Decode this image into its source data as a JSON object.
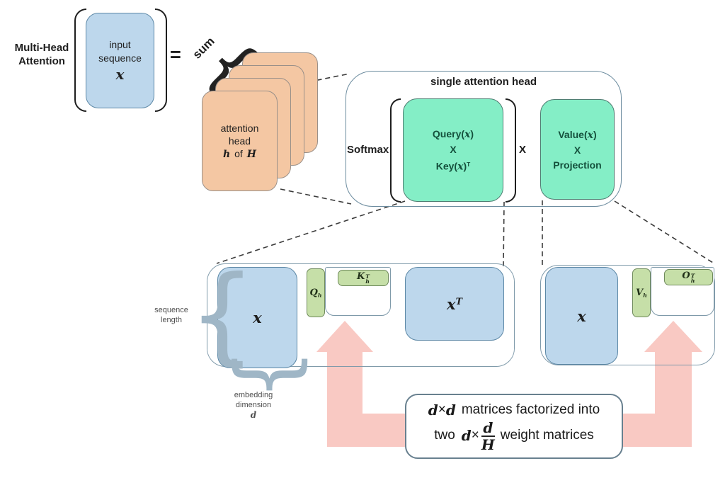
{
  "colors": {
    "blue_fill": "#bdd7ec",
    "blue_border": "#5d88a6",
    "orange_fill": "#f4c7a3",
    "orange_border": "#9a9089",
    "mint_fill": "#84eec6",
    "mint_border": "#4f7d72",
    "bar_green_fill": "#c6dfa8",
    "bar_green_border": "#6f8a5c",
    "pink": "#f9c9c3",
    "container_border": "#7f9aaa",
    "dash": "#3c3c3c",
    "brace_light": "#9fb6c6",
    "ink": "#1e1e1e"
  },
  "equation": {
    "title_line1": "Multi-Head",
    "title_line2": "Attention",
    "input_matrix": {
      "line1": "input",
      "line2": "sequence",
      "symbol": "x"
    },
    "equals": "=",
    "sum_label": "sum",
    "head_card": {
      "line1": "attention",
      "line2": "head",
      "h": "h",
      "of": "of",
      "H": "H"
    }
  },
  "single_head": {
    "title": "single attention head",
    "softmax": "Softmax",
    "times": "X",
    "qk_matrix": {
      "row1_pre": "Query(",
      "row1_sym": "x",
      "row1_post": ")",
      "op": "X",
      "row3_pre": "Key(",
      "row3_sym": "x",
      "row3_post": ")",
      "row3_sup": "T"
    },
    "vp_matrix": {
      "row1_pre": "Value(",
      "row1_sym": "x",
      "row1_post": ")",
      "op": "X",
      "row3": "Projection"
    }
  },
  "factorization": {
    "left_group": {
      "x": "x",
      "q_base": "Q",
      "q_sub": "h",
      "k_base": "K",
      "k_sub": "h",
      "k_sup": "T",
      "xt_base": "x",
      "xt_sup": "T"
    },
    "right_group": {
      "x": "x",
      "v_base": "V",
      "v_sub": "h",
      "o_base": "O",
      "o_sub": "h",
      "o_sup": "T"
    },
    "labels": {
      "seq1": "sequence",
      "seq2": "length",
      "emb1": "embedding",
      "emb2": "dimension",
      "emb3": "d"
    }
  },
  "note": {
    "d1": "d",
    "x1": "×",
    "d2": "d",
    "t1": "matrices factorized into",
    "two": "two",
    "d3": "d",
    "x2": "×",
    "num": "d",
    "den": "H",
    "t2": "weight matrices"
  }
}
